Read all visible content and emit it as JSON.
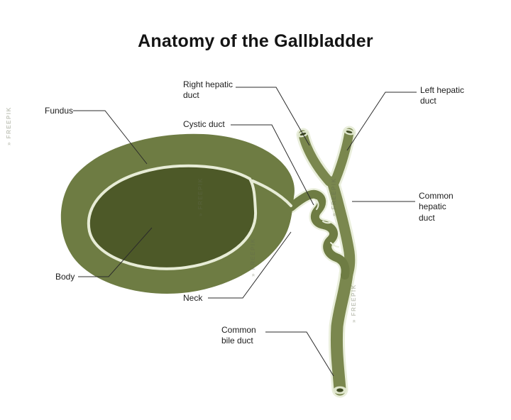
{
  "title": "Anatomy of the Gallbladder",
  "labels": {
    "fundus": "Fundus",
    "right_hepatic_duct": "Right hepatic\nduct",
    "left_hepatic_duct": "Left hepatic\nduct",
    "cystic_duct": "Cystic duct",
    "common_hepatic_duct": "Common\nhepatic\nduct",
    "body": "Body",
    "neck": "Neck",
    "common_bile_duct": "Common\nbile duct"
  },
  "watermark": {
    "logo": "»",
    "text": "FREEPIK"
  },
  "colors": {
    "sac_outer": "#6e7c43",
    "sac_inner_dark": "#4d5928",
    "outline_cream": "#e9eedb",
    "duct_olive": "#7a874e",
    "duct_opening_dark": "#3f4a22",
    "leader_line": "#2b2b2b"
  }
}
